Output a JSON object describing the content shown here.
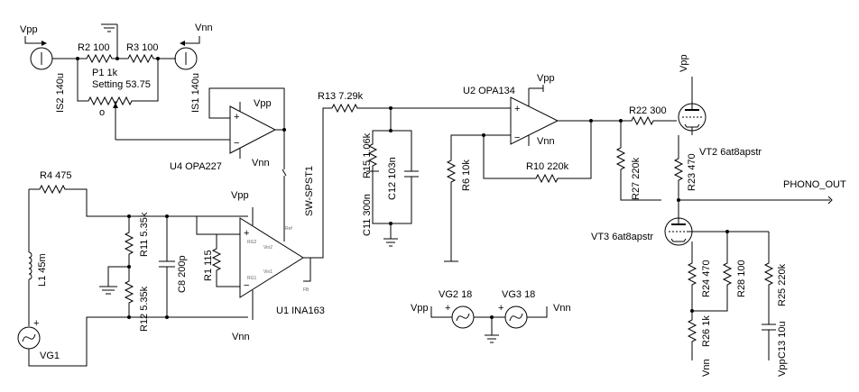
{
  "supplies": {
    "vpp": "Vpp",
    "vnn": "Vnn"
  },
  "components": {
    "is2": "IS2 140u",
    "is1": "IS1 140u",
    "r2": "R2 100",
    "r3": "R3 100",
    "p1": "P1 1k",
    "p1_setting": "Setting 53.75",
    "u4": "U4 OPA227",
    "r4": "R4 475",
    "l1": "L1 45m",
    "vg1": "VG1",
    "r11": "R11 5.35k",
    "r12": "R12 5.35k",
    "c8": "C8 200p",
    "r1": "R1 115",
    "u1": "U1 INA163",
    "sw": "SW-SPST1",
    "r13": "R13 7.29k",
    "r15": "R15 1.06k",
    "c12": "C12 103n",
    "c11": "C11 300n",
    "r6": "R6 10k",
    "u2": "U2 OPA134",
    "r10": "R10 220k",
    "r22": "R22 300",
    "r27": "R27 220k",
    "r23": "R23 470",
    "vt2": "VT2 6at8apstr",
    "vt3": "VT3 6at8apstr",
    "r24": "R24 470",
    "r28": "R28 100",
    "r25": "R25 220k",
    "r26": "R26 1k",
    "c13": "C13 10u",
    "vg2": "VG2 18",
    "vg3": "VG3 18"
  },
  "output": {
    "phono_out": "PHONO_OUT"
  },
  "pins": {
    "ina_top": "RG2",
    "ina_bot": "RG1",
    "ina_in1": "Vin2",
    "ina_in2": "Vin1",
    "ina_ref": "Ref",
    "ina_fb": "FB"
  }
}
